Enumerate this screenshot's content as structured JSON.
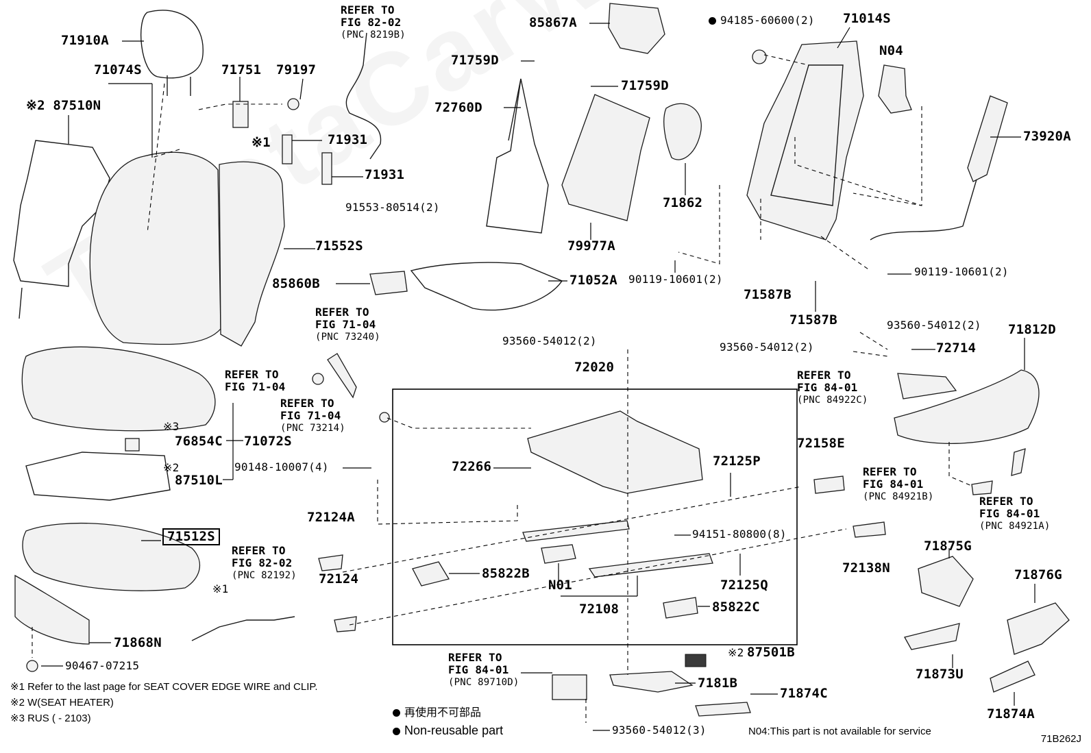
{
  "diagram": {
    "code": "71B262J",
    "highlight_color": "#000000",
    "watermark": "ToyotaCarWire.ru"
  },
  "labels": {
    "p71910A": "71910A",
    "p71074S": "71074S",
    "p87510N": "87510N",
    "p71751": "71751",
    "p79197": "79197",
    "p71931a": "71931",
    "p71931b": "71931",
    "p71552S": "71552S",
    "p85860B": "85860B",
    "p91553": "91553-80514(2)",
    "p85867A": "85867A",
    "p71759Da": "71759D",
    "p71759Db": "71759D",
    "p72760D": "72760D",
    "p79977A": "79977A",
    "p71052A": "71052A",
    "p71862": "71862",
    "p94185": "94185-60600(2)",
    "p71014S": "71014S",
    "pN04": "N04",
    "p73920A": "73920A",
    "p90119a": "90119-10601(2)",
    "p90119b": "90119-10601(2)",
    "p71587Ba": "71587B",
    "p71587Bb": "71587B",
    "p93560a": "93560-54012(2)",
    "p93560b": "93560-54012(2)",
    "p93560c": "93560-54012(2)",
    "p93560d": "93560-54012(3)",
    "p72714": "72714",
    "p71812D": "71812D",
    "p72020": "72020",
    "p76854C": "76854C",
    "p71072S": "71072S",
    "p87510L": "87510L",
    "p90148": "90148-10007(4)",
    "p72266": "72266",
    "p72125P": "72125P",
    "p72158E": "72158E",
    "p72124A": "72124A",
    "p72124": "72124",
    "p94151": "94151-80800(8)",
    "p72125Q": "72125Q",
    "p85822B": "85822B",
    "pN01": "N01",
    "p72108": "72108",
    "p85822C": "85822C",
    "p72138N": "72138N",
    "p71875G": "71875G",
    "p71876G": "71876G",
    "p71873U": "71873U",
    "p71874A": "71874A",
    "p71512S": "71512S",
    "p71868N": "71868N",
    "p90467": "90467-07215",
    "p87501B": "87501B",
    "p7181B": "7181B",
    "p71874C": "71874C"
  },
  "marks": {
    "m1": "※1",
    "m3": "※3",
    "m2a": "※2",
    "m2b": "※2",
    "m2c": "※2",
    "m2d": "※2",
    "m1b": "※1"
  },
  "refs": {
    "r1": {
      "l1": "REFER TO",
      "l2": "FIG 82-02",
      "l3": "(PNC 8219B)"
    },
    "r2": {
      "l1": "REFER TO",
      "l2": "FIG 71-04",
      "l3": "(PNC 73240)"
    },
    "r3": {
      "l1": "REFER TO",
      "l2": "FIG 71-04"
    },
    "r4": {
      "l1": "REFER TO",
      "l2": "FIG 71-04",
      "l3": "(PNC 73214)"
    },
    "r5": {
      "l1": "REFER TO",
      "l2": "FIG 84-01",
      "l3": "(PNC 84922C)"
    },
    "r6": {
      "l1": "REFER TO",
      "l2": "FIG 84-01",
      "l3": "(PNC 84921B)"
    },
    "r7": {
      "l1": "REFER TO",
      "l2": "FIG 84-01",
      "l3": "(PNC 84921A)"
    },
    "r8": {
      "l1": "REFER TO",
      "l2": "FIG 82-02",
      "l3": "(PNC 82192)"
    },
    "r9": {
      "l1": "REFER TO",
      "l2": "FIG 84-01",
      "l3": "(PNC 89710D)"
    }
  },
  "footnotes": {
    "f1": "※1 Refer to the last page for SEAT COVER EDGE WIRE and CLIP.",
    "f2": "※2 W(SEAT HEATER)",
    "f3": "※3 RUS (        - 2103)",
    "legend_jp": "再使用不可部品",
    "legend_en": "Non-reusable part",
    "n04_note": "N04:This part is not available for service"
  }
}
